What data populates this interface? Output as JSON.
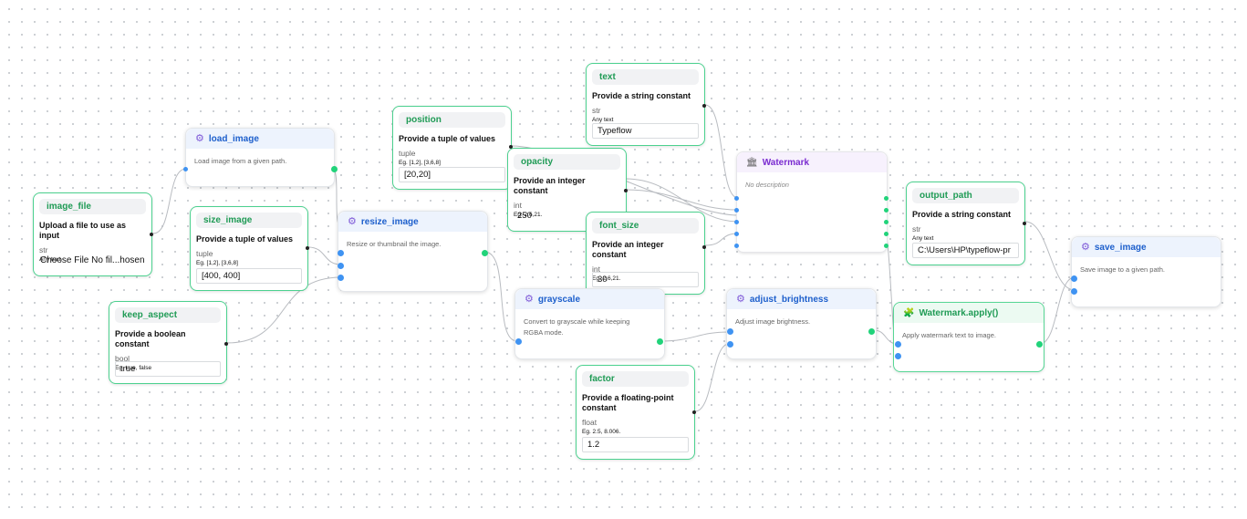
{
  "nodes": {
    "image_file": {
      "tag": "image_file",
      "title": "Upload a file to use as input",
      "type": "str",
      "hint": "Any text",
      "value": "Choose File No fil...hosen"
    },
    "size_image": {
      "tag": "size_image",
      "title": "Provide a tuple of values",
      "type": "tuple",
      "hint": "Eg. [1,2], [3,6,8]",
      "value": "[400, 400]"
    },
    "keep_aspect": {
      "tag": "keep_aspect",
      "title": "Provide a boolean constant",
      "type": "bool",
      "hint": "Eg. true, false",
      "value": "true"
    },
    "position": {
      "tag": "position",
      "title": "Provide a tuple of values",
      "type": "tuple",
      "hint": "Eg. [1,2], [3,6,8]",
      "value": "[20,20]"
    },
    "opacity": {
      "tag": "opacity",
      "title": "Provide an integer constant",
      "type": "int",
      "hint": "Eg. 2,6,21.",
      "value": "250"
    },
    "text": {
      "tag": "text",
      "title": "Provide a string constant",
      "type": "str",
      "hint": "Any text",
      "value": "Typeflow"
    },
    "font_size": {
      "tag": "font_size",
      "title": "Provide an integer constant",
      "type": "int",
      "hint": "Eg. 2,6,21.",
      "value": "30"
    },
    "factor": {
      "tag": "factor",
      "title": "Provide a floating-point constant",
      "type": "float",
      "hint": "Eg. 2.5, 8.006.",
      "value": "1.2"
    },
    "output_path": {
      "tag": "output_path",
      "title": "Provide a string constant",
      "type": "str",
      "hint": "Any text",
      "value": "C:\\Users\\HP\\typeflow-pr"
    },
    "load_image": {
      "title": "load_image",
      "desc": "Load image from a given path.",
      "icon": "gear-icon"
    },
    "resize_image": {
      "title": "resize_image",
      "desc": "Resize or thumbnail the image.",
      "icon": "gear-icon"
    },
    "grayscale": {
      "title": "grayscale",
      "desc": "Convert to grayscale while keeping RGBA mode.",
      "icon": "gear-icon"
    },
    "adjust_brightness": {
      "title": "adjust_brightness",
      "desc": "Adjust image brightness.",
      "icon": "gear-icon"
    },
    "save_image": {
      "title": "save_image",
      "desc": "Save image to a given path.",
      "icon": "gear-icon"
    },
    "watermark": {
      "title": "Watermark",
      "desc": "No description",
      "icon": "bank-icon",
      "color": "#7a2bd0"
    },
    "watermark_apply": {
      "title": "Watermark.apply()",
      "desc": "Apply watermark text to image.",
      "icon": "puzzle-icon",
      "color": "#1f9b55"
    }
  },
  "colors": {
    "input_port": "#3f93f2",
    "output_port": "#21d37a",
    "const_border": "#4cd18f",
    "edge": "#b9bcc1"
  }
}
